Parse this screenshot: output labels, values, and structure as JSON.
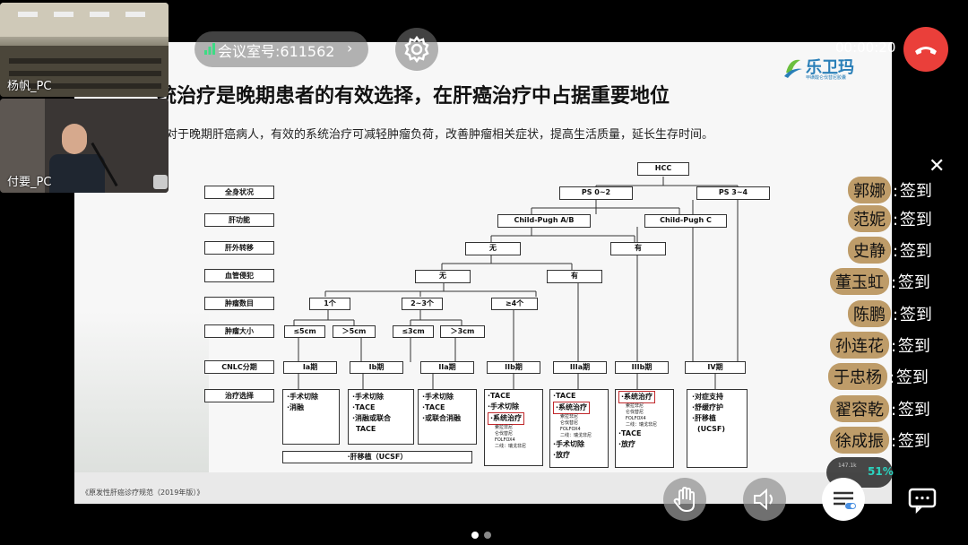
{
  "meeting": {
    "room_label": "会议室号:611562",
    "timer": "00:00:20"
  },
  "participants": [
    {
      "name": "杨帆_PC"
    },
    {
      "name": "付要_PC"
    }
  ],
  "slide": {
    "title": "统治疗是晚期患者的有效选择，在肝癌治疗中占据重要地位",
    "subtitle": "对于晚期肝癌病人，有效的系统治疗可减轻肿瘤负荷，改善肿瘤相关症状，提高生活质量，延长生存时间。",
    "logo_text": "乐卫玛",
    "logo_sub": "甲磺酸仑伐替尼胶囊",
    "source": "《原发性肝癌诊疗规范（2019年版）》",
    "flowchart": {
      "row_labels": [
        "全身状况",
        "肝功能",
        "肝外转移",
        "血管侵犯",
        "肿瘤数目",
        "肿瘤大小",
        "CNLC分期",
        "治疗选择"
      ],
      "hcc": "HCC",
      "ps02": "PS 0~2",
      "ps34": "PS 3~4",
      "cpab": "Child-Pugh A/B",
      "cpc": "Child-Pugh C",
      "extra_no": "无",
      "extra_yes": "有",
      "vasc_no": "无",
      "vasc_yes": "有",
      "num_1": "1个",
      "num_23": "2~3个",
      "num_4": "≥4个",
      "size_le5": "≤5cm",
      "size_gt5": "＞5cm",
      "size_le3": "≤3cm",
      "size_gt3": "＞3cm",
      "stages": [
        "Ia期",
        "Ib期",
        "IIa期",
        "IIb期",
        "IIIa期",
        "IIIb期",
        "IV期"
      ],
      "t1": [
        "·手术切除",
        "·消融"
      ],
      "t2": [
        "·手术切除",
        "·TACE",
        "·消融或联合",
        "TACE"
      ],
      "t3": [
        "·手术切除",
        "·TACE",
        "·或联合消融"
      ],
      "t4": [
        "·TACE",
        "·手术切除",
        "·系统治疗",
        "索拉非尼",
        "仑伐替尼",
        "FOLFOX4",
        "二线：瑞戈非尼"
      ],
      "t5": [
        "·TACE",
        "·系统治疗",
        "索拉非尼",
        "仑伐替尼",
        "FOLFOX4",
        "二线：瑞戈非尼",
        "·手术切除",
        "·放疗"
      ],
      "t6": [
        "·系统治疗",
        "索拉非尼",
        "仑伐替尼",
        "FOLFOX4",
        "二线：瑞戈非尼",
        "·TACE",
        "·放疗"
      ],
      "t7": [
        "·对症支持",
        "·舒缓疗护",
        "·肝移植",
        "(UCSF)"
      ],
      "transplant": "·肝移植（UCSF）"
    }
  },
  "chat": [
    {
      "name": "郭娜",
      "msg": "签到"
    },
    {
      "name": "范妮",
      "msg": "签到"
    },
    {
      "name": "史静",
      "msg": "签到"
    },
    {
      "name": "董玉虹",
      "msg": "签到"
    },
    {
      "name": "陈鹏",
      "msg": "签到"
    },
    {
      "name": "孙连花",
      "msg": "签到"
    },
    {
      "name": "于忠杨",
      "msg": "签到"
    },
    {
      "name": "翟容乾",
      "msg": "签到"
    },
    {
      "name": "徐成振",
      "msg": "签到"
    }
  ],
  "status": {
    "percent": "51%",
    "meta": "147.1k"
  },
  "colors": {
    "hangup": "#ea3f3a",
    "highlight": "#c0282b",
    "accent": "#2bd4c0"
  }
}
